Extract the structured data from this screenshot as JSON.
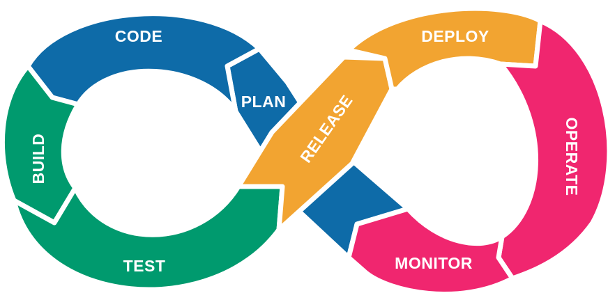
{
  "diagram": {
    "stages": [
      {
        "key": "plan",
        "label": "PLAN",
        "color": "#0E6BA8"
      },
      {
        "key": "code",
        "label": "CODE",
        "color": "#0E6BA8"
      },
      {
        "key": "build",
        "label": "BUILD",
        "color": "#009A6E"
      },
      {
        "key": "test",
        "label": "TEST",
        "color": "#009A6E"
      },
      {
        "key": "release",
        "label": "RELEASE",
        "color": "#F2A431"
      },
      {
        "key": "deploy",
        "label": "DEPLOY",
        "color": "#F2A431"
      },
      {
        "key": "operate",
        "label": "OPERATE",
        "color": "#F0266F"
      },
      {
        "key": "monitor",
        "label": "MONITOR",
        "color": "#F0266F"
      }
    ]
  }
}
